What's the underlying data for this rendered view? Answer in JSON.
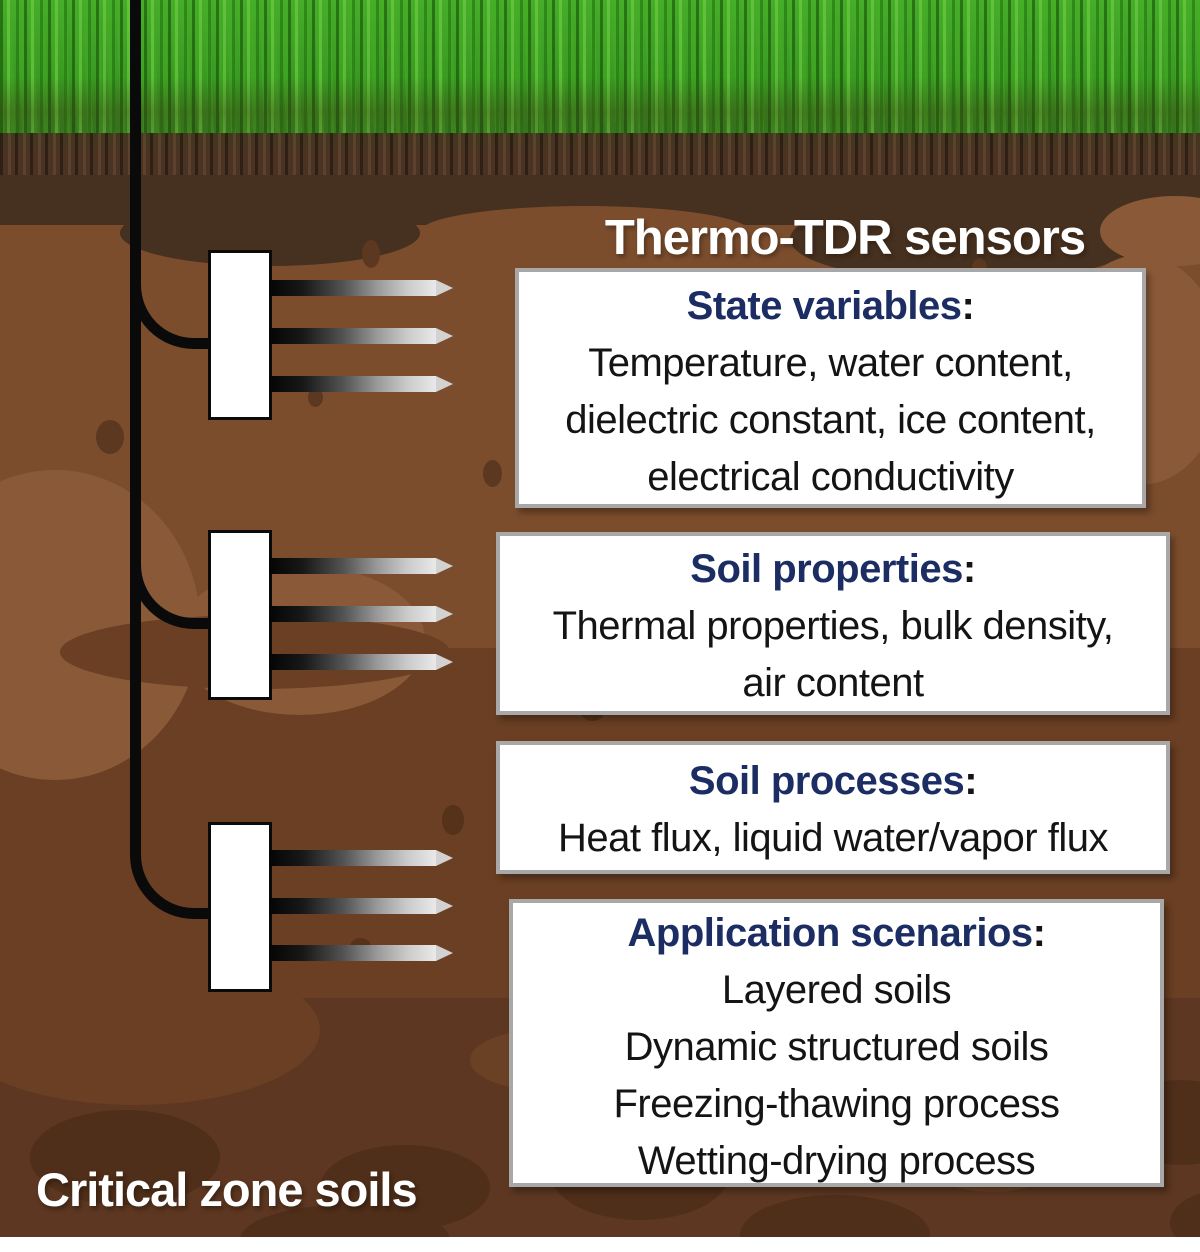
{
  "title": "Thermo-TDR sensors",
  "footer_label": "Critical zone soils",
  "header_suffix": ":",
  "boxes": [
    {
      "header": "State variables",
      "lines": [
        "Temperature, water content,",
        "dielectric constant, ice content,",
        "electrical conductivity"
      ]
    },
    {
      "header": "Soil properties",
      "lines": [
        "Thermal properties, bulk density,",
        "air content"
      ]
    },
    {
      "header": "Soil processes",
      "lines": [
        "Heat flux, liquid water/vapor flux"
      ]
    },
    {
      "header": "Application scenarios",
      "lines": [
        "Layered soils",
        "Dynamic structured soils",
        "Freezing-thawing process",
        "Wetting-drying process"
      ]
    }
  ],
  "sensors": {
    "count": 3,
    "probes_per_sensor": 3,
    "kind": "thermo-TDR probe with cable"
  },
  "palette": {
    "grass_green": "#39961f",
    "root_band": "#4a3323",
    "topsoil_dark": "#46301f",
    "soil_mid": "#7b4d2d",
    "soil_mid_light": "#8a5a38",
    "soil_deep": "#6a3f23",
    "soil_bottom": "#5d3721",
    "soil_blob_dark": "#4f2e1a",
    "header_navy": "#1c2d63",
    "body_text": "#141414",
    "box_border": "#a8a8a8",
    "cable_black": "#0a0a0a",
    "probe_tip_gray": "#d2d2d2",
    "title_white": "#ffffff"
  }
}
